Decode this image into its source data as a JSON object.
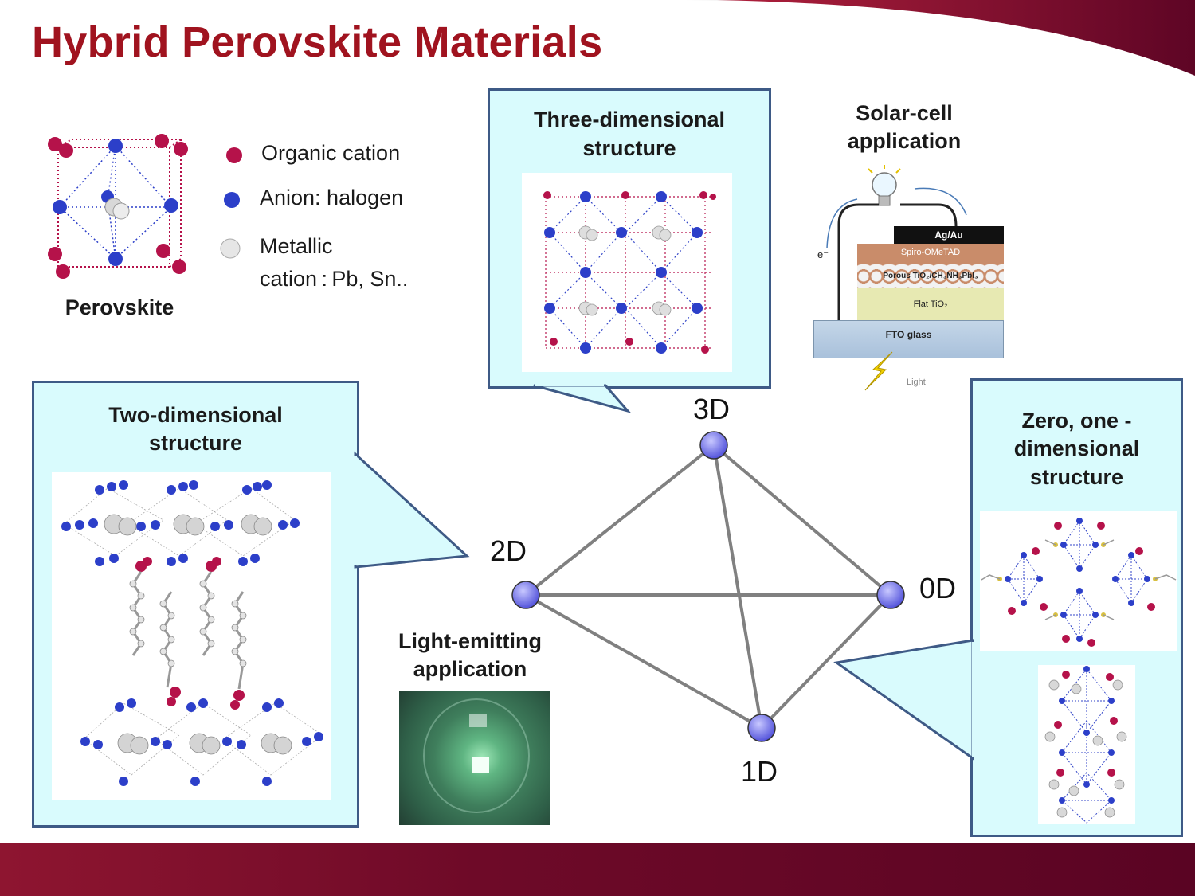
{
  "slide": {
    "title": "Hybrid Perovskite Materials"
  },
  "legend": {
    "items": [
      {
        "label": "Organic cation",
        "color": "#b5124a"
      },
      {
        "label": "Anion: halogen",
        "color": "#2c3fc9"
      },
      {
        "label_line1": "Metallic",
        "label_line2": "cation : Pb, Sn..",
        "color": "#e0e0e0"
      }
    ],
    "perovskite_label": "Perovskite"
  },
  "boxes": {
    "three_d": {
      "title_line1": "Three-dimensional",
      "title_line2": "structure"
    },
    "two_d": {
      "title_line1": "Two-dimensional",
      "title_line2": "structure"
    },
    "zero_one_d": {
      "title_line1": "Zero, one -",
      "title_line2": "dimensional",
      "title_line3": "structure"
    }
  },
  "applications": {
    "solar": {
      "line1": "Solar-cell",
      "line2": "application"
    },
    "light": {
      "line1": "Light-emitting",
      "line2": "application"
    }
  },
  "solar_cell_layers": {
    "top": "Ag/Au",
    "htm": "Spiro-OMeTAD",
    "porous": "Porous TiO₂/CH₃NH₃PbI₃",
    "flat": "Flat TiO₂",
    "glass": "FTO glass",
    "electron": "e⁻",
    "light": "Light"
  },
  "graph": {
    "nodes": {
      "d3": "3D",
      "d2": "2D",
      "d0": "0D",
      "d1": "1D"
    }
  },
  "colors": {
    "title": "#a0131f",
    "box_fill": "#d9fbfd",
    "box_border": "#3e5a86",
    "node": "#6a6ae8",
    "edge": "#808080",
    "footer": "#6e0a28"
  }
}
